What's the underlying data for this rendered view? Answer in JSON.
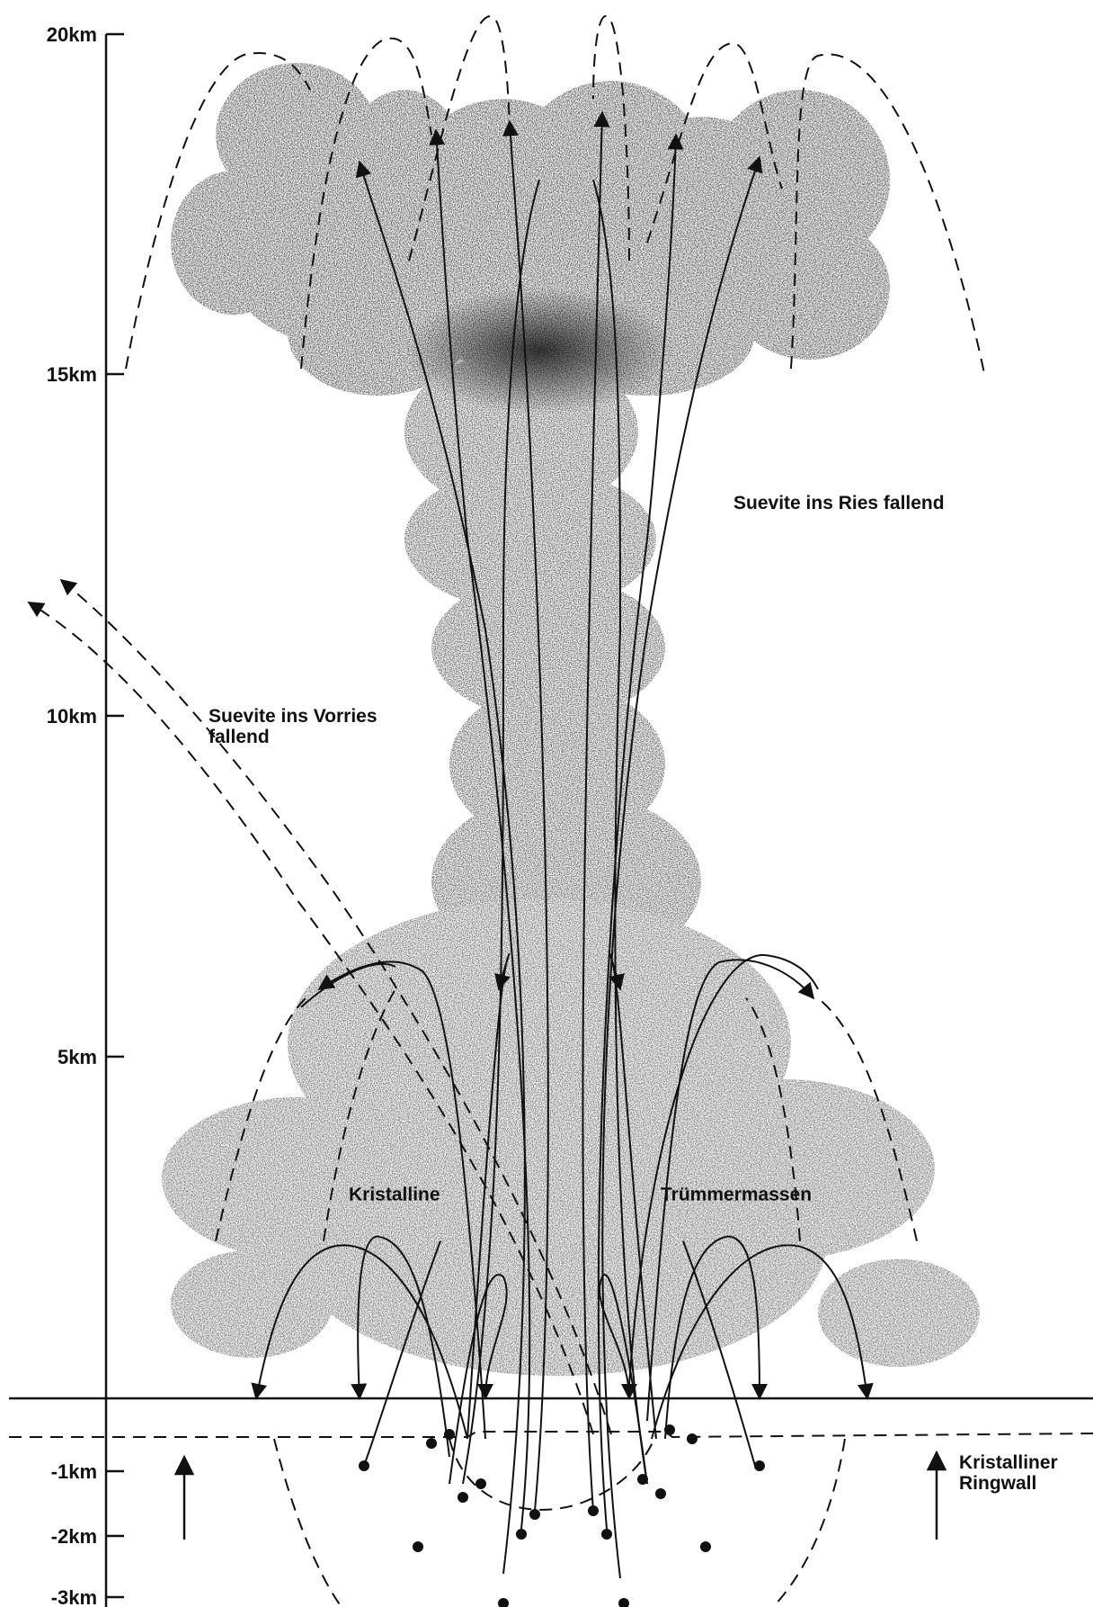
{
  "axis": {
    "ticks": [
      {
        "label": "20km",
        "value": 20
      },
      {
        "label": "15km",
        "value": 15
      },
      {
        "label": "10km",
        "value": 10
      },
      {
        "label": "5km",
        "value": 5
      },
      {
        "label": "-1km",
        "value": -1
      },
      {
        "label": "-2km",
        "value": -2
      },
      {
        "label": "-3km",
        "value": -3
      }
    ]
  },
  "labels": {
    "suevite_ries": "Suevite ins Ries fallend",
    "suevite_vorries_line1": "Suevite ins Vorries",
    "suevite_vorries_line2": "fallend",
    "kristalline": "Kristalline",
    "truemmermassen": "Trümmermassen",
    "ringwall_line1": "Kristalliner",
    "ringwall_line2": "Ringwall"
  },
  "colors": {
    "ink": "#111111",
    "cloud": "#6b6b6b",
    "cloud_dark": "#1a1a1a"
  }
}
